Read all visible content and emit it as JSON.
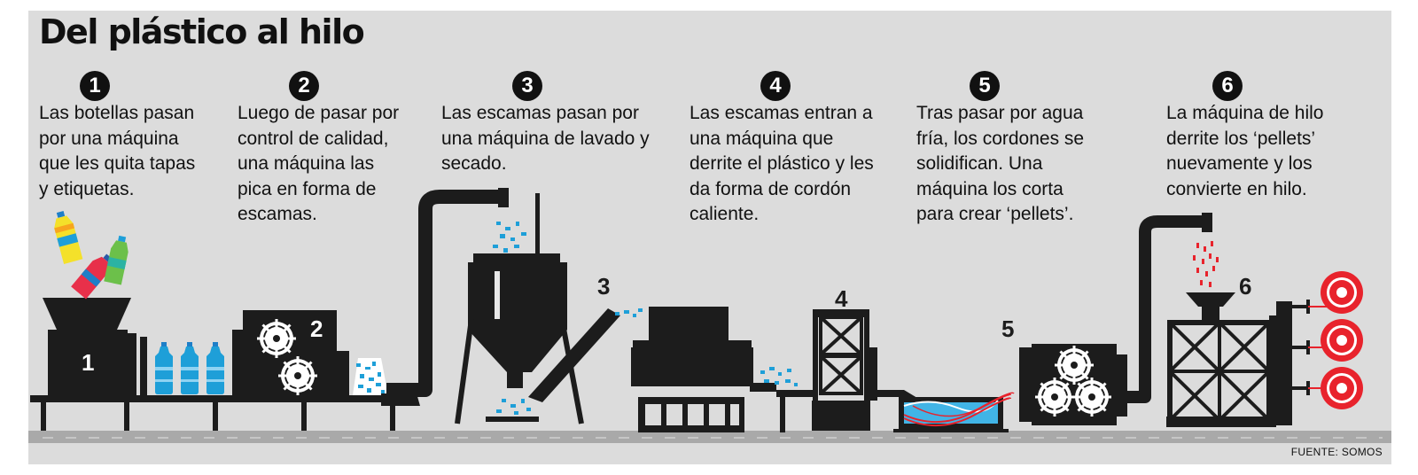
{
  "title": "Del plástico al hilo",
  "steps": [
    {
      "number": "1",
      "text": "Las botellas pasan\npor una máquina\nque les quita tapas\ny etiquetas."
    },
    {
      "number": "2",
      "text": "Luego de pasar por\ncontrol de calidad,\nuna máquina las\npica en forma de\nescamas."
    },
    {
      "number": "3",
      "text": "Las escamas pasan por\nuna máquina de lavado y\nsecado."
    },
    {
      "number": "4",
      "text": "Las escamas entran a\nuna máquina que\nderrite el plástico y les\nda forma de cordón\ncaliente."
    },
    {
      "number": "5",
      "text": "Tras pasar por agua\nfría, los cordones se\nsolidifican. Una\nmáquina los corta\npara crear ‘pellets’."
    },
    {
      "number": "6",
      "text": "La máquina de hilo\nderrite los ‘pellets’\nnuevamente y los\nconvierte en hilo."
    }
  ],
  "machine_labels": [
    "1",
    "2",
    "3",
    "4",
    "5",
    "6"
  ],
  "source": "FUENTE: SOMOS",
  "colors": {
    "background": "#dcdcdc",
    "machine": "#1c1c1c",
    "flakes": "#1e9fd8",
    "water": "#41b4e6",
    "pellets": "#e8232c",
    "thread": "#e8232c",
    "floor": "#a9a9a9"
  }
}
